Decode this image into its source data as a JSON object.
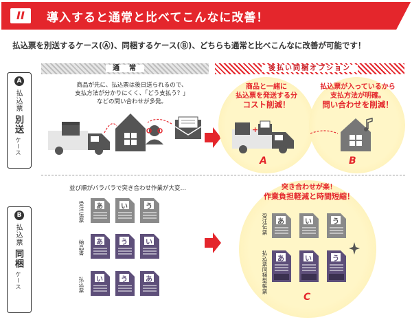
{
  "header": {
    "number": "II",
    "title": "導入すると通常と比べてこんなに改善！"
  },
  "subtitle": "払込票を別送するケース(Ⓐ)、同梱するケース(Ⓑ)、どちらも通常と比べこんなに改善が可能です！",
  "columns": {
    "normal": "通　常",
    "after": "後払い同梱オプション"
  },
  "case_a": {
    "badge": "A",
    "line1": "払込票",
    "line2": "別送",
    "line3": "ケース",
    "normal_desc": [
      "商品が先に、払込票は後日送られるので、",
      "支払方法が分かりにくく、「どう支払う？」",
      "などの問い合わせが多発。"
    ],
    "benefit_a": [
      "商品と一緒に",
      "払込票を発送する分",
      "コスト削減！"
    ],
    "benefit_b": [
      "払込票が入っているから",
      "支払方法が明確。",
      "問い合わせを削減！"
    ],
    "label_a": "A",
    "label_b": "B"
  },
  "case_b": {
    "badge": "B",
    "line1": "払込票",
    "line2": "同梱",
    "line3": "ケース",
    "normal_desc": "並び順がバラバラで突き合わせ作業が大変…",
    "doc_labels": [
      "受注伝票",
      "納品書",
      "払込票"
    ],
    "row1": [
      "あ",
      "い",
      "う"
    ],
    "row2": [
      "あ",
      "う",
      "い"
    ],
    "row3": [
      "い",
      "う",
      "あ"
    ],
    "benefit": [
      "突き合わせが楽！",
      "作業負担軽減と時間短縮！"
    ],
    "after_labels": [
      "受注伝票",
      "払込票同梱型帳票"
    ],
    "after_row": [
      "あ",
      "い",
      "う"
    ],
    "label_c": "C"
  },
  "colors": {
    "accent": "#e4262c",
    "dark": "#555555",
    "purple": "#6a5b86",
    "yellow": "#fff6c7"
  }
}
